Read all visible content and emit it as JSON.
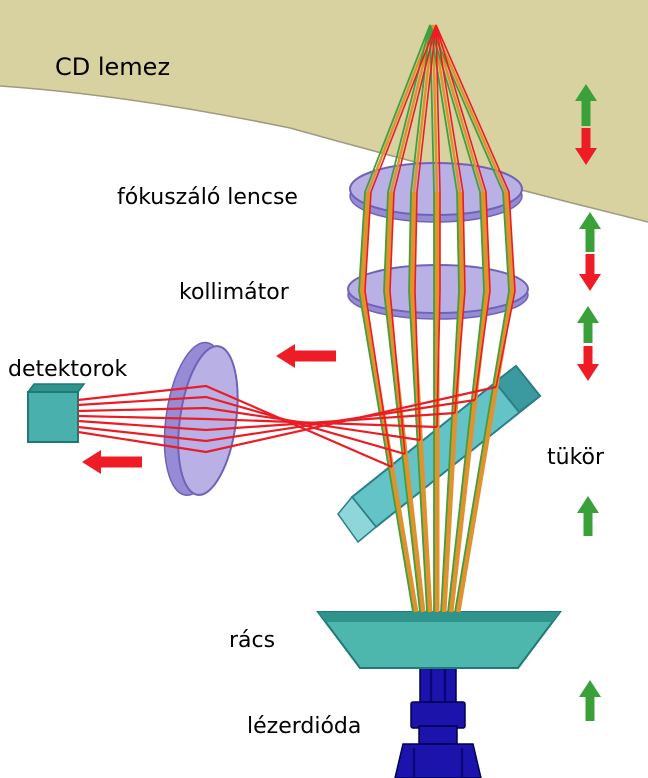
{
  "diagram": {
    "labels": {
      "cd_disc": "CD lemez",
      "focusing_lens": "fókuszáló lencse",
      "collimator": "kollimátor",
      "detectors": "detektorok",
      "mirror": "tükör",
      "grating": "rács",
      "laser_diode": "lézerdióda"
    },
    "colors": {
      "background": "#ffffff",
      "cd_disc_fill": "#d8d1a0",
      "cd_disc_edge": "#a09a7e",
      "lens_fill": "#b9b0e6",
      "lens_shade": "#968bd4",
      "lens_outline": "#6f63b8",
      "teal_fill": "#4db7ae",
      "teal_dark": "#2e948c",
      "teal_outline": "#1f7a74",
      "mirror_fill": "#63c3c7",
      "mirror_dark": "#3a9aa0",
      "mirror_light": "#8fd6da",
      "mirror_outline": "#2c7f86",
      "detector_fill": "#49b0ae",
      "laser_fill": "#1c13ad",
      "laser_outline": "#00004e",
      "beam_orange": "#e0922f",
      "beam_green": "#3fa03f",
      "beam_red": "#ec1c24",
      "arrow_green": "#3aa13a",
      "arrow_red": "#ee1c25"
    }
  }
}
